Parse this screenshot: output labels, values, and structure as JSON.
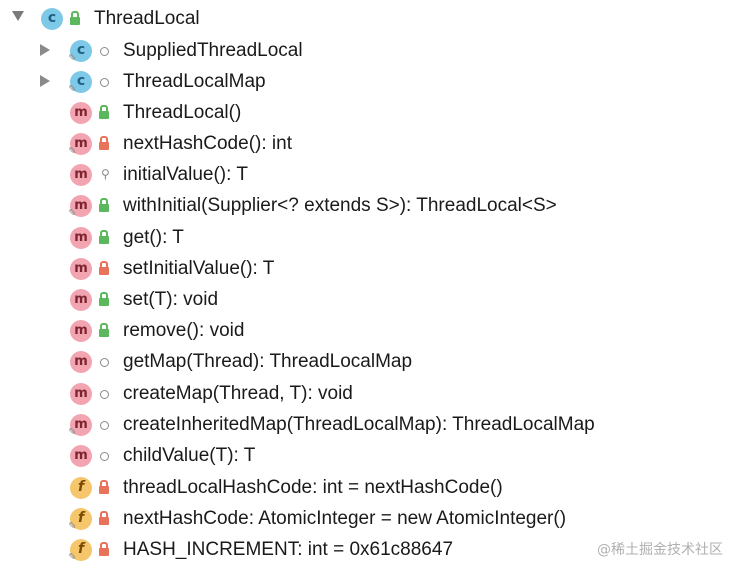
{
  "root": {
    "label": "ThreadLocal",
    "expanded": true,
    "kind": "class",
    "kind_glyph": "c",
    "visibility": "public"
  },
  "items": [
    {
      "label": "SuppliedThreadLocal",
      "kind": "class",
      "kind_glyph": "c",
      "visibility": "package",
      "collapsed": true
    },
    {
      "label": "ThreadLocalMap",
      "kind": "class",
      "kind_glyph": "c",
      "visibility": "package",
      "collapsed": true
    },
    {
      "label": "ThreadLocal()",
      "kind": "method",
      "kind_glyph": "m",
      "visibility": "public"
    },
    {
      "label": "nextHashCode(): int",
      "kind": "method",
      "kind_glyph": "m",
      "visibility": "private"
    },
    {
      "label": "initialValue(): T",
      "kind": "method",
      "kind_glyph": "m",
      "visibility": "protected"
    },
    {
      "label": "withInitial(Supplier<? extends S>): ThreadLocal<S>",
      "kind": "method",
      "kind_glyph": "m",
      "visibility": "public"
    },
    {
      "label": "get(): T",
      "kind": "method",
      "kind_glyph": "m",
      "visibility": "public"
    },
    {
      "label": "setInitialValue(): T",
      "kind": "method",
      "kind_glyph": "m",
      "visibility": "private"
    },
    {
      "label": "set(T): void",
      "kind": "method",
      "kind_glyph": "m",
      "visibility": "public"
    },
    {
      "label": "remove(): void",
      "kind": "method",
      "kind_glyph": "m",
      "visibility": "public"
    },
    {
      "label": "getMap(Thread): ThreadLocalMap",
      "kind": "method",
      "kind_glyph": "m",
      "visibility": "package"
    },
    {
      "label": "createMap(Thread, T): void",
      "kind": "method",
      "kind_glyph": "m",
      "visibility": "package"
    },
    {
      "label": "createInheritedMap(ThreadLocalMap): ThreadLocalMap",
      "kind": "method",
      "kind_glyph": "m",
      "visibility": "package"
    },
    {
      "label": "childValue(T): T",
      "kind": "method",
      "kind_glyph": "m",
      "visibility": "package"
    },
    {
      "label": "threadLocalHashCode: int = nextHashCode()",
      "kind": "field",
      "kind_glyph": "f",
      "visibility": "private"
    },
    {
      "label": "nextHashCode: AtomicInteger = new AtomicInteger()",
      "kind": "field",
      "kind_glyph": "f",
      "visibility": "private"
    },
    {
      "label": "HASH_INCREMENT: int = 0x61c88647",
      "kind": "field",
      "kind_glyph": "f",
      "visibility": "private"
    }
  ],
  "watermark": "@稀土掘金技术社区",
  "colors": {
    "class_icon": "#7ec8e8",
    "method_icon": "#f2a5b0",
    "field_icon": "#f5c66b",
    "public_lock": "#5cb85c",
    "private_lock": "#e8735a"
  }
}
